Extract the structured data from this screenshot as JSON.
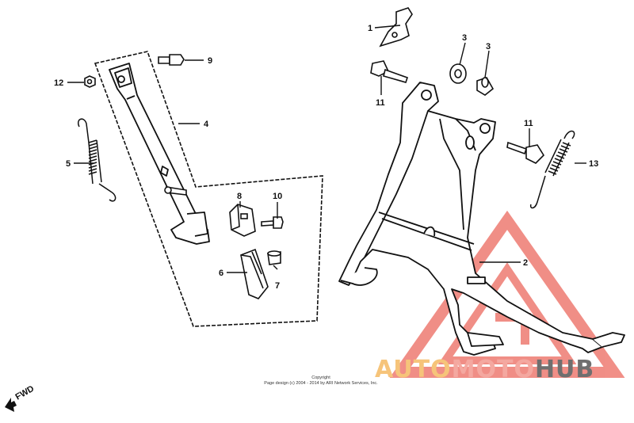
{
  "callouts": {
    "c1": "1",
    "c2": "2",
    "c3a": "3",
    "c3b": "3",
    "c4": "4",
    "c5": "5",
    "c6": "6",
    "c7": "7",
    "c8": "8",
    "c9": "9",
    "c10": "10",
    "c11a": "11",
    "c11b": "11",
    "c12": "12",
    "c13": "13"
  },
  "fwd_label": "FWD",
  "copyright": {
    "line1": "Copyright",
    "line2": "Page design (c) 2004 - 2014 by ARI Network Services, Inc."
  },
  "watermark": {
    "part1": "AUTO",
    "part2": "MOTO",
    "part3": "HUB",
    "colors": {
      "yellow": "#f6c47a",
      "pink": "#f4a8a0",
      "gray": "#6f6f6f",
      "triangle": "#ee7b72"
    }
  }
}
